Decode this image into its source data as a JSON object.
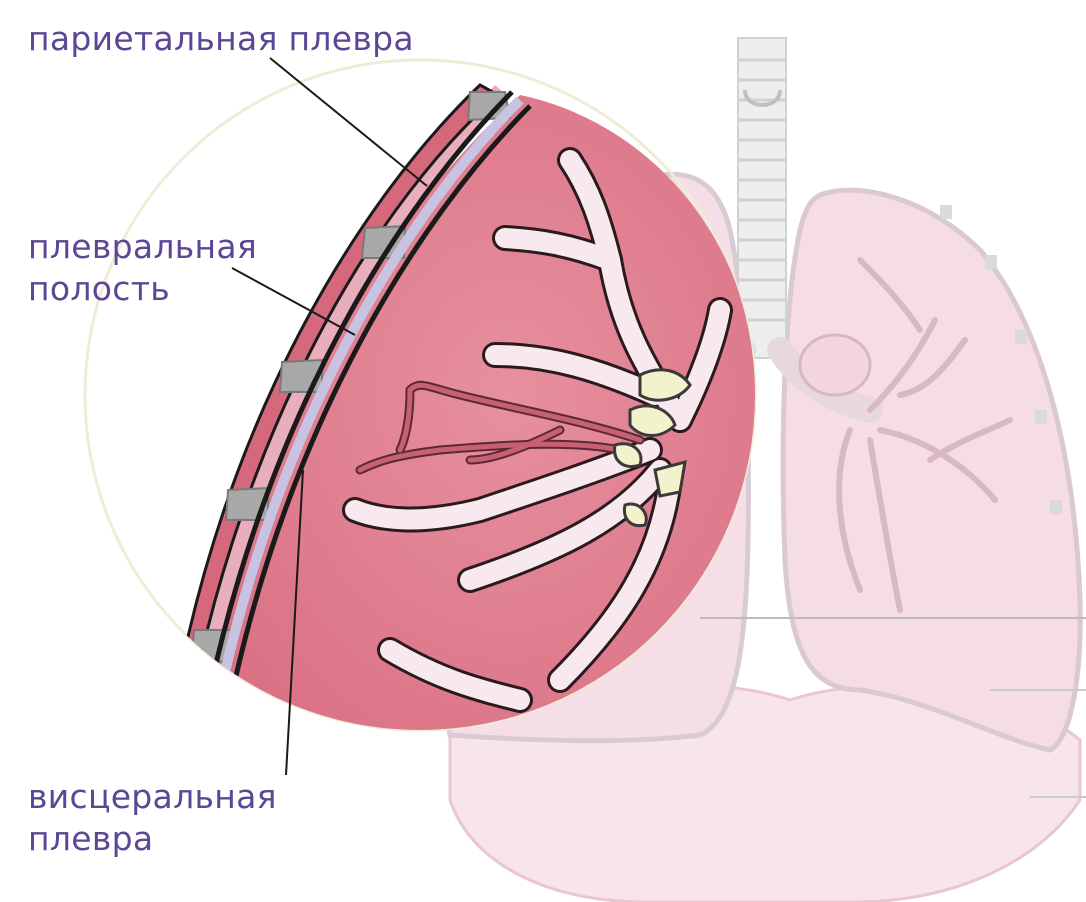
{
  "labels": {
    "parietal_pleura": "париетальная плевра",
    "pleural_cavity": [
      "плевральная",
      "полость"
    ],
    "visceral_pleura": [
      "висцеральная",
      "плевра"
    ]
  },
  "colors": {
    "label_text": "#5b4796",
    "lung_fill": "#e07f8f",
    "lung_light": "#f3d6de",
    "diaphragm": "#f6dde5",
    "vessel": "#f8e9ee",
    "rib": "#a8a8a8",
    "visceral_layer": "#c9c3e3",
    "outline": "#1a1a1a"
  }
}
